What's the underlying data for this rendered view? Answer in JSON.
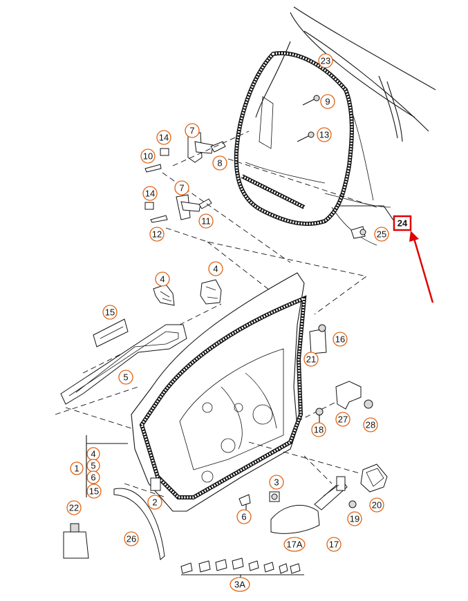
{
  "diagram": {
    "highlight_color": "#e00000",
    "callout_color": "#e06010",
    "highlighted_label": "24",
    "labels": {
      "c23": "23",
      "c9": "9",
      "c13": "13",
      "c7a": "7",
      "c14a": "14",
      "c10": "10",
      "c8": "8",
      "c14b": "14",
      "c7b": "7",
      "c11": "11",
      "c12": "12",
      "c24": "24",
      "c25": "25",
      "c4a": "4",
      "c4b": "4",
      "c15a": "15",
      "c16": "16",
      "c21": "21",
      "c5a": "5",
      "c27": "27",
      "c28": "28",
      "c18": "18",
      "c1": "1",
      "c4c": "4",
      "c5b": "5",
      "c6a": "6",
      "c15b": "15",
      "c3": "3",
      "c2": "2",
      "c20": "20",
      "c22": "22",
      "c6b": "6",
      "c19": "19",
      "c26": "26",
      "c17a": "17A",
      "c17": "17",
      "c3a": "3A"
    }
  }
}
